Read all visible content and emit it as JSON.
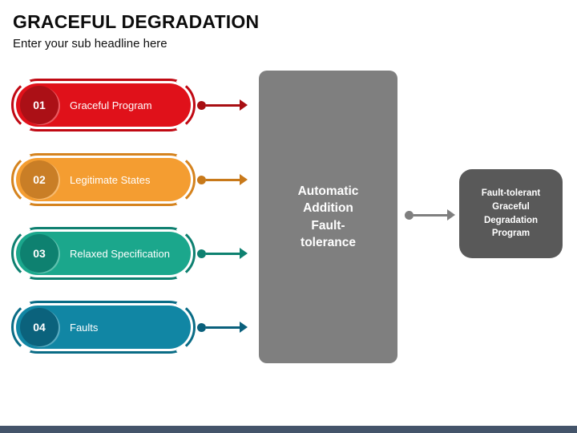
{
  "header": {
    "title": "GRACEFUL DEGRADATION",
    "subtitle": "Enter your sub headline here"
  },
  "steps": [
    {
      "number": "01",
      "label": "Graceful Program",
      "body_color": "#e0111a",
      "circle_color": "#ab1016",
      "outline_color": "#c00913",
      "arrow_color": "#a80e12"
    },
    {
      "number": "02",
      "label": "Legitimate States",
      "body_color": "#f49d31",
      "circle_color": "#c97e26",
      "outline_color": "#d5831e",
      "arrow_color": "#c8791a"
    },
    {
      "number": "03",
      "label": "Relaxed Specification",
      "body_color": "#1ba78c",
      "circle_color": "#0e8170",
      "outline_color": "#0e8070",
      "arrow_color": "#0e8170"
    },
    {
      "number": "04",
      "label": "Faults",
      "body_color": "#1186a4",
      "circle_color": "#0b627c",
      "outline_color": "#0a6c86",
      "arrow_color": "#0a607c"
    }
  ],
  "center_box": {
    "text": "Automatic\nAddition\nFault-\ntolerance",
    "color": "#7f7f7f"
  },
  "result_box": {
    "text": "Fault-tolerant\nGraceful\nDegradation\nProgram",
    "color": "#595959"
  },
  "connector": {
    "color": "#7f7f7f"
  },
  "footer": {
    "bar_color": "#44546a"
  }
}
